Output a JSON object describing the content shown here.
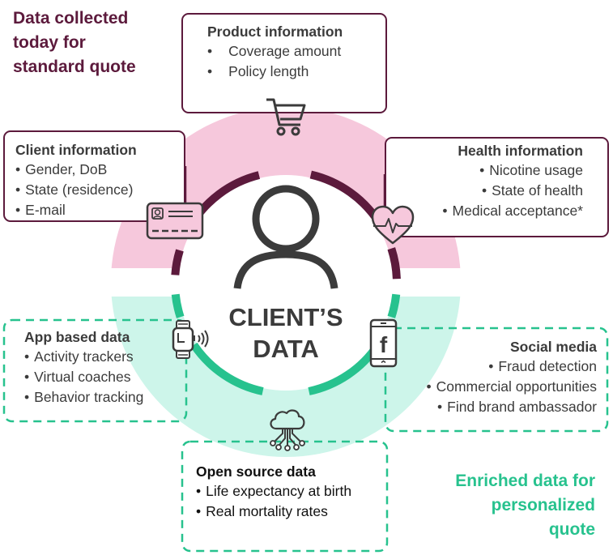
{
  "headings": {
    "top": [
      "Data collected",
      "today for",
      "standard quote"
    ],
    "bottom": [
      "Enriched data for",
      "personalized",
      "quote"
    ]
  },
  "center": {
    "label_line1": "CLIENT’S",
    "label_line2": "DATA",
    "icon": "person-icon"
  },
  "boxes": {
    "product": {
      "title": "Product information",
      "items": [
        "Coverage amount",
        "Policy length"
      ],
      "icon": "shopping-cart-icon"
    },
    "client": {
      "title": "Client information",
      "items": [
        "Gender, DoB",
        "State (residence)",
        "E-mail"
      ],
      "icon": "id-card-icon"
    },
    "health": {
      "title": "Health information",
      "items": [
        "Nicotine usage",
        "State of health",
        "Medical acceptance*"
      ],
      "icon": "heart-pulse-icon"
    },
    "app": {
      "title": "App based data",
      "items": [
        "Activity trackers",
        "Virtual coaches",
        "Behavior tracking"
      ],
      "icon": "smartwatch-icon"
    },
    "social": {
      "title": "Social media",
      "items": [
        "Fraud detection",
        "Commercial opportunities",
        "Find brand ambassador"
      ],
      "icon": "facebook-phone-icon"
    },
    "open": {
      "title": "Open source data",
      "items": [
        "Life expectancy at birth",
        "Real mortality rates"
      ],
      "icon": "cloud-network-icon"
    }
  },
  "colors": {
    "standard_dark": "#5c1a3c",
    "standard_fill": "#f6c8dc",
    "enriched_accent": "#27c28e",
    "enriched_fill": "#cdf5ea",
    "icon_gray": "#3b3b3b"
  }
}
